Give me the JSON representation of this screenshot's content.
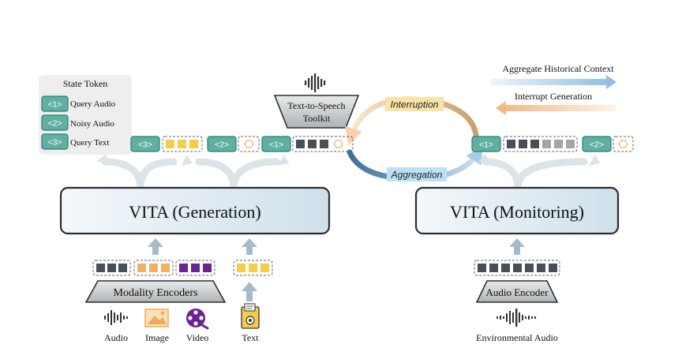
{
  "legend": {
    "title": "State Token",
    "items": [
      {
        "token": "<1>",
        "label": "Query Audio"
      },
      {
        "token": "<2>",
        "label": "Noisy Audio"
      },
      {
        "token": "<3>",
        "label": "Query Text"
      }
    ]
  },
  "tts": {
    "line1": "Text-to-Speech",
    "line2": "Toolkit"
  },
  "arrows": {
    "aggregate": "Aggregate Historical Context",
    "interrupt": "Interrupt Generation",
    "interruption": "Interruption",
    "aggregation": "Aggregation"
  },
  "models": {
    "generation": "VITA (Generation)",
    "monitoring": "VITA (Monitoring)"
  },
  "encoders": {
    "modality": "Modality Encoders",
    "audio": "Audio Encoder"
  },
  "inputs": {
    "audio": "Audio",
    "image": "Image",
    "video": "Video",
    "text": "Text",
    "env_audio": "Environmental Audio"
  },
  "tokens": {
    "t1": "<1>",
    "t2": "<2>",
    "t3": "<3>"
  },
  "colors": {
    "teal": "#5fb0a2",
    "teal_border": "#2f7d70",
    "yellow": "#f5cd4a",
    "orange": "#f2b067",
    "purple": "#6b2393",
    "dark": "#4a4f55",
    "gray": "#a3a6a8",
    "blue_arrow": "#9fc4e2",
    "orange_arrow": "#f2c092"
  }
}
